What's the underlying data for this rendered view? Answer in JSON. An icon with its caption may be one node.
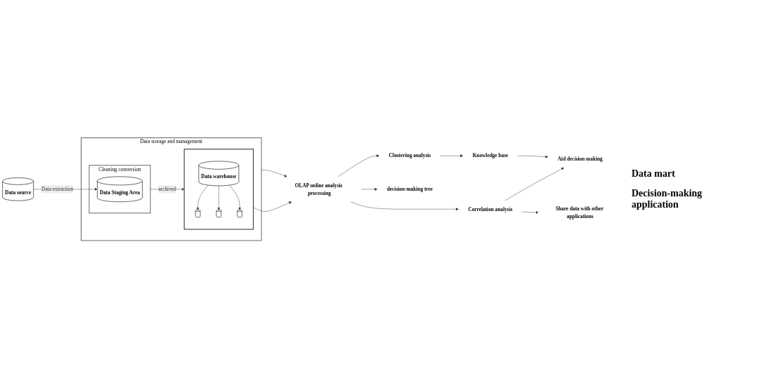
{
  "diagram": {
    "nodes": [
      {
        "text": [
          "Data source"
        ]
      },
      {
        "text": [
          "Data storage and management"
        ]
      },
      {
        "text": [
          "Cleaning conversion"
        ],
        "in": 1
      },
      {
        "text": [
          "Data Staging Area"
        ],
        "in": 2
      },
      {
        "text": [],
        "shape": "box",
        "in": 1
      },
      {
        "text": [
          "Data warehouse"
        ],
        "in": 4
      },
      {
        "text": [],
        "shape": "cylinder",
        "in": 4
      },
      {
        "text": [],
        "shape": "cylinder",
        "in": 4
      },
      {
        "text": [],
        "shape": "cylinder",
        "in": 4
      },
      {
        "text": [
          "OLAP online analysis processing"
        ]
      },
      {
        "text": [
          "Clustering analysis"
        ]
      },
      {
        "text": [
          "Correlation analysis"
        ]
      },
      {
        "text": [
          "decision-making tree"
        ]
      },
      {
        "text": [
          "Knowledge base"
        ]
      },
      {
        "text": [
          "Aid decision making"
        ]
      },
      {
        "text": [
          "Share data with other applications"
        ]
      }
    ],
    "edges": [
      {
        "from": 0,
        "to": 3,
        "arrow": "to",
        "label": "Data extraction"
      },
      {
        "from": 2,
        "to": 4,
        "arrow": "to",
        "label": "archived"
      },
      {
        "from": 5,
        "to": 6,
        "arrow": "to"
      },
      {
        "from": 5,
        "to": 7,
        "arrow": "to"
      },
      {
        "from": 5,
        "to": 8,
        "arrow": "to"
      },
      {
        "from": 1,
        "to": 9,
        "arrow": "to"
      },
      {
        "from": 4,
        "to": 9,
        "arrow": "to"
      },
      {
        "from": 9,
        "to": 10,
        "arrow": "to"
      },
      {
        "from": 9,
        "to": 11,
        "arrow": "to"
      },
      {
        "from": 9,
        "to": 12,
        "arrow": "to"
      },
      {
        "from": 10,
        "to": 13,
        "arrow": "to"
      },
      {
        "from": 13,
        "to": 14,
        "arrow": "to"
      },
      {
        "from": 11,
        "to": 14,
        "arrow": "to"
      },
      {
        "from": 11,
        "to": 15,
        "arrow": "to"
      }
    ],
    "labels": [
      "Data mart",
      "Decision-making application"
    ]
  }
}
